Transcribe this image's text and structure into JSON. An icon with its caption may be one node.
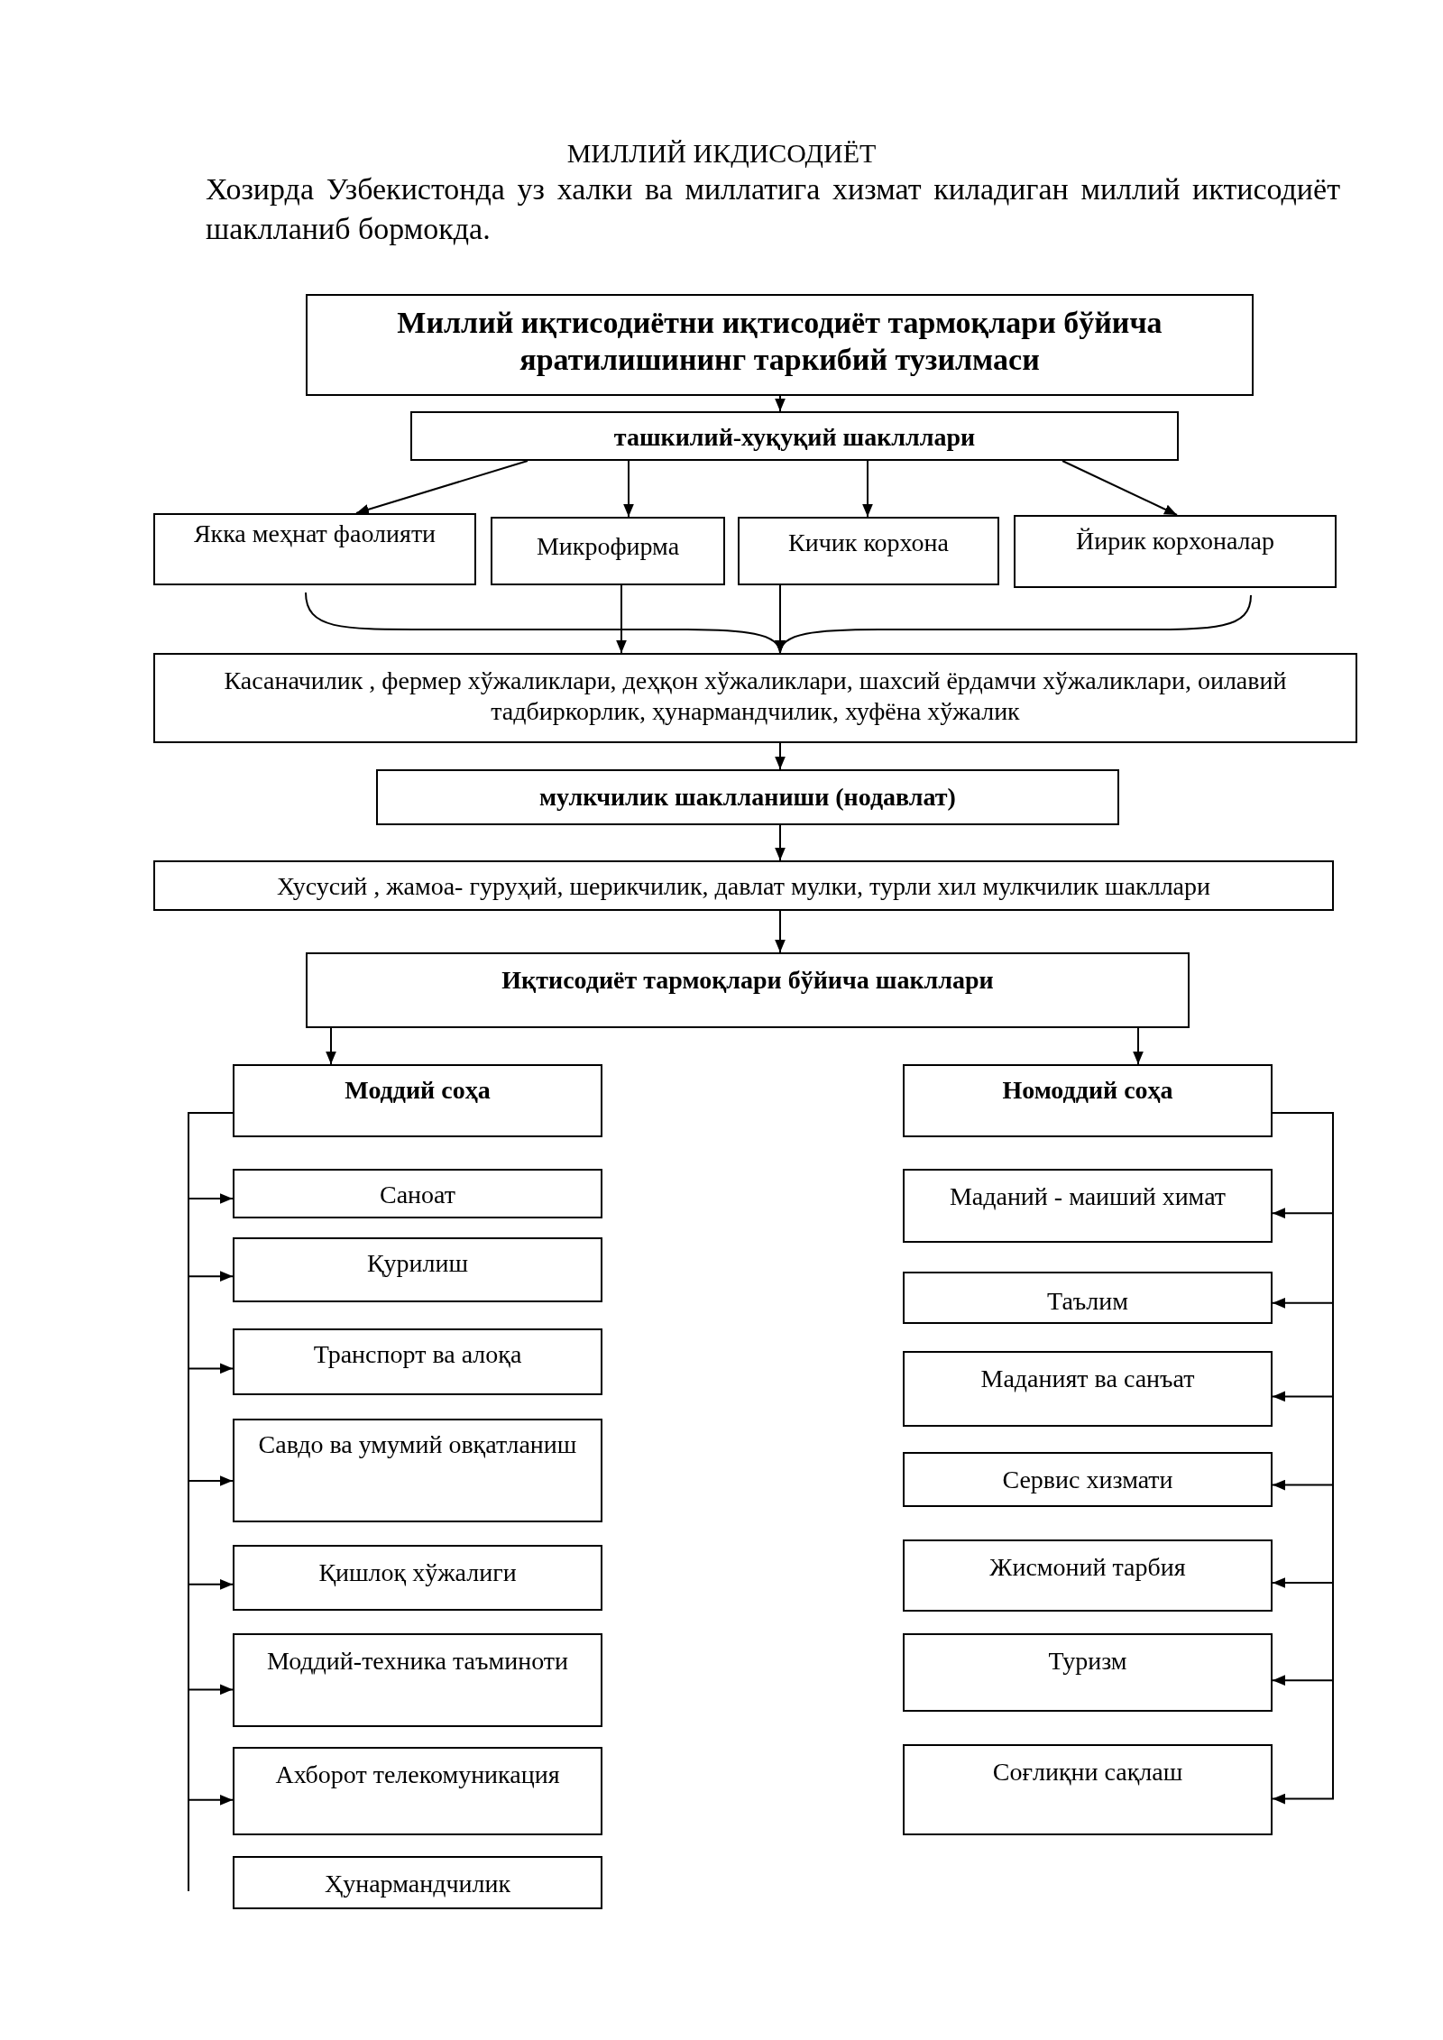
{
  "diagram": {
    "title": "МИЛЛИЙ ИКДИСОДИЁТ",
    "nodes": [
      {
        "text": [
          "Миллий иқтисодиётни иқтисодиёт тармоқлари бўйича яратилишининг таркибий тузилмаси"
        ]
      },
      {
        "text": [
          "ташкилий-хуқуқий шаклллари"
        ]
      },
      {
        "text": [
          "Якка меҳнат фаолияти"
        ]
      },
      {
        "text": [
          "Микрофирма"
        ]
      },
      {
        "text": [
          "Кичик корхона"
        ]
      },
      {
        "text": [
          "Йирик корхоналар"
        ]
      },
      {
        "text": [
          "Касаначилик , фермер хўжаликлари, деҳқон хўжаликлари, шахсий ёрдамчи хўжаликлари, оилавий тадбиркорлик, ҳунармандчилик, хуфёна хўжалик"
        ]
      },
      {
        "text": [
          "мулкчилик шаклланиши (нодавлат)"
        ]
      },
      {
        "text": [
          "Хусусий , жамоа- гуруҳий, шерикчилик, давлат мулки, турли хил мулкчилик шакллари"
        ]
      },
      {
        "text": [
          "Иқтисодиёт тармоқлари бўйича шакллари"
        ]
      },
      {
        "text": [
          "Моддий соҳа"
        ]
      },
      {
        "text": [
          "Номоддий соҳа"
        ]
      },
      {
        "text": [
          "Саноат"
        ]
      },
      {
        "text": [
          "Қурилиш"
        ]
      },
      {
        "text": [
          "Транспорт ва алоқа"
        ]
      },
      {
        "text": [
          "Савдо ва умумий овқатланиш"
        ]
      },
      {
        "text": [
          "Қишлоқ хўжалиги"
        ]
      },
      {
        "text": [
          "Моддий-техника таъминоти"
        ]
      },
      {
        "text": [
          "Ахборот телекомуникация"
        ]
      },
      {
        "text": [
          "Ҳунармандчилик"
        ]
      },
      {
        "text": [
          "Маданий - маиший химат"
        ]
      },
      {
        "text": [
          "Таълим"
        ]
      },
      {
        "text": [
          "Маданият ва санъат"
        ]
      },
      {
        "text": [
          "Сервис хизмати"
        ]
      },
      {
        "text": [
          "Жисмоний тарбия"
        ]
      },
      {
        "text": [
          "Туризм"
        ]
      },
      {
        "text": [
          "Соғлиқни сақлаш"
        ]
      }
    ],
    "edges": [
      {
        "from": 0,
        "to": 1,
        "arrow": "to"
      },
      {
        "from": 1,
        "to": 2,
        "arrow": "to"
      },
      {
        "from": 1,
        "to": 3,
        "arrow": "to"
      },
      {
        "from": 1,
        "to": 4,
        "arrow": "to"
      },
      {
        "from": 1,
        "to": 5,
        "arrow": "to"
      },
      {
        "from": 2,
        "to": 6,
        "arrow": "to"
      },
      {
        "from": 3,
        "to": 6,
        "arrow": "to"
      },
      {
        "from": 4,
        "to": 6,
        "arrow": "to"
      },
      {
        "from": 5,
        "to": 6,
        "arrow": "to"
      },
      {
        "from": 6,
        "to": 7,
        "arrow": "to"
      },
      {
        "from": 7,
        "to": 8,
        "arrow": "to"
      },
      {
        "from": 8,
        "to": 9,
        "arrow": "to"
      },
      {
        "from": 9,
        "to": 10,
        "arrow": "to"
      },
      {
        "from": 9,
        "to": 11,
        "arrow": "to"
      },
      {
        "from": 10,
        "to": 12,
        "arrow": "to"
      },
      {
        "from": 10,
        "to": 13,
        "arrow": "to"
      },
      {
        "from": 10,
        "to": 14,
        "arrow": "to"
      },
      {
        "from": 10,
        "to": 15,
        "arrow": "to"
      },
      {
        "from": 10,
        "to": 16,
        "arrow": "to"
      },
      {
        "from": 10,
        "to": 17,
        "arrow": "to"
      },
      {
        "from": 10,
        "to": 18,
        "arrow": "to"
      },
      {
        "from": 11,
        "to": 20,
        "arrow": "to"
      },
      {
        "from": 11,
        "to": 21,
        "arrow": "to"
      },
      {
        "from": 11,
        "to": 22,
        "arrow": "to"
      },
      {
        "from": 11,
        "to": 23,
        "arrow": "to"
      },
      {
        "from": 11,
        "to": 24,
        "arrow": "to"
      },
      {
        "from": 11,
        "to": 25,
        "arrow": "to"
      },
      {
        "from": 11,
        "to": 26,
        "arrow": "to"
      }
    ],
    "labels": [
      "Хозирда Узбекистонда уз халки ва миллатига хизмат киладиган миллий иктисодиёт шаклланиб бормокда."
    ]
  }
}
